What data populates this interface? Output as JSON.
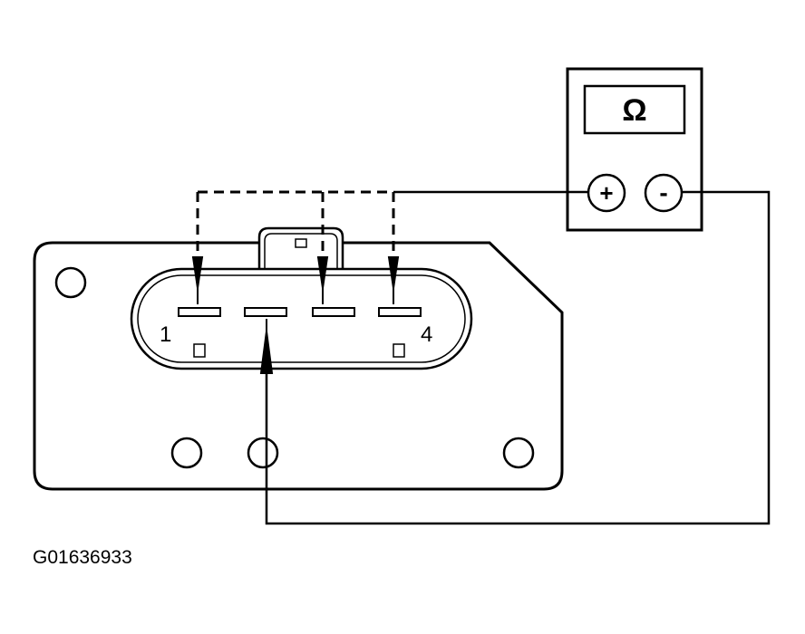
{
  "meter": {
    "display_symbol": "Ω",
    "positive_label": "+",
    "negative_label": "-"
  },
  "connector": {
    "pin_first_label": "1",
    "pin_last_label": "4"
  },
  "figure_code": "G01636933",
  "colors": {
    "ink": "#000000",
    "background": "#ffffff"
  }
}
